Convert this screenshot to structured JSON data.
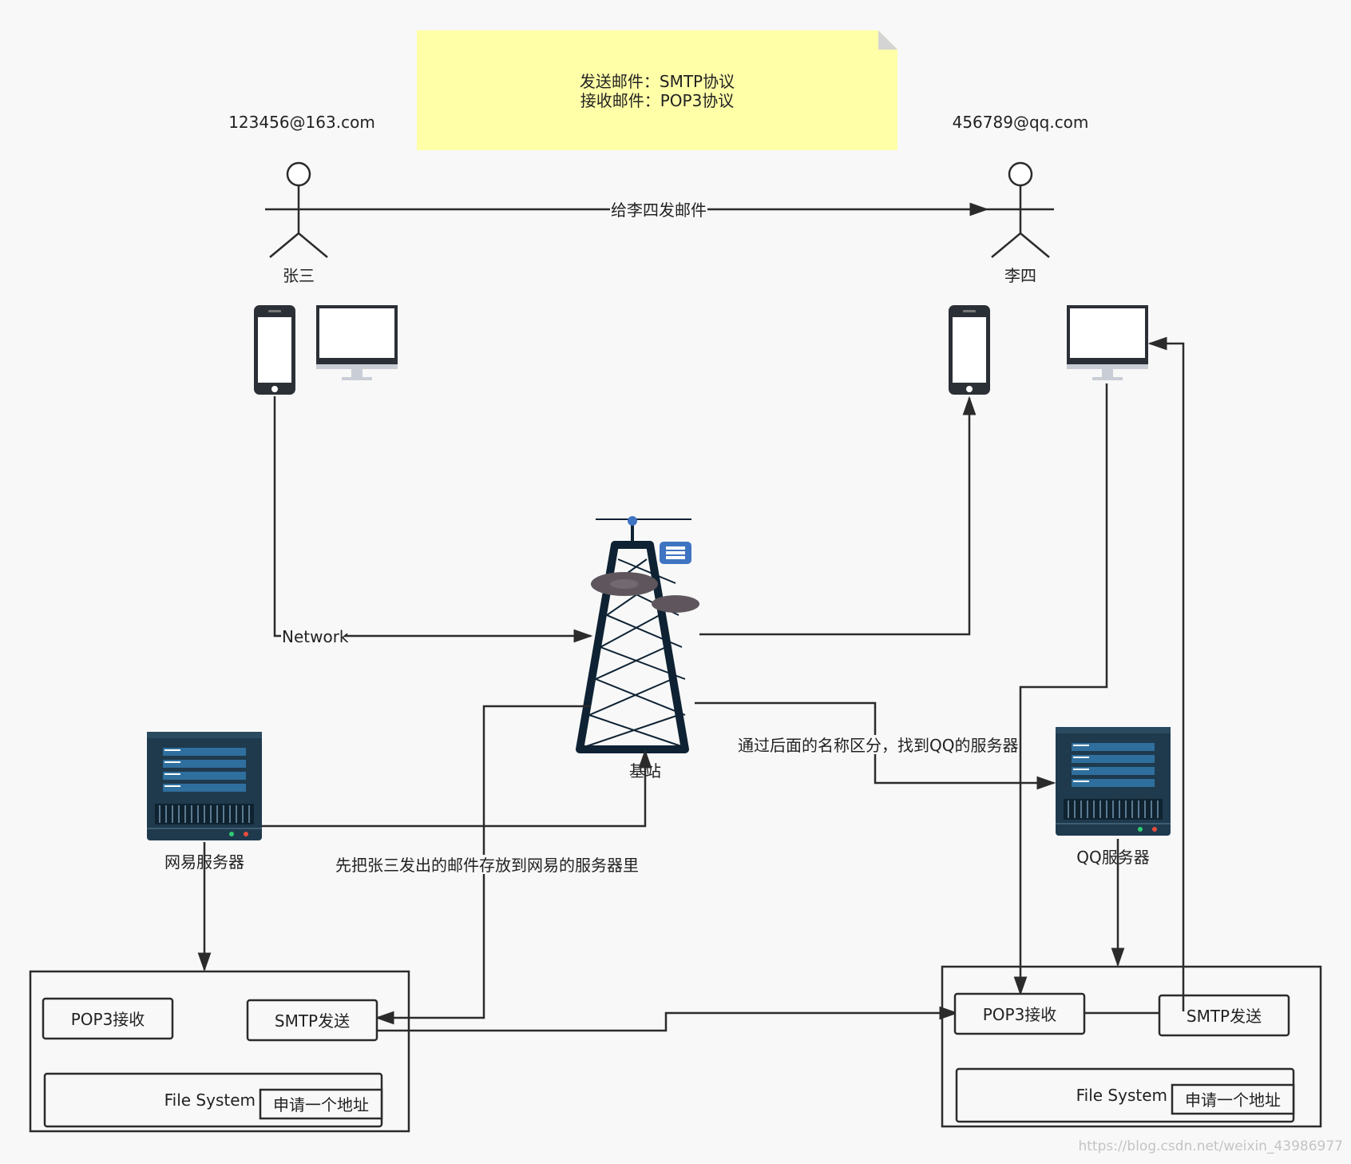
{
  "note": {
    "line1": "发送邮件：SMTP协议",
    "line2": "接收邮件：POP3协议"
  },
  "sender": {
    "email": "123456@163.com",
    "name": "张三"
  },
  "receiver": {
    "email": "456789@qq.com",
    "name": "李四"
  },
  "edges": {
    "send_mail": "给李四发邮件",
    "network": "Network",
    "store_netease": "先把张三发出的邮件存放到网易的服务器里",
    "route_qq": "通过后面的名称区分，找到QQ的服务器"
  },
  "tower": {
    "label": "基站"
  },
  "netease_server": {
    "label": "网易服务器",
    "pop3": "POP3接收",
    "smtp": "SMTP发送",
    "fs": "File System",
    "addr": "申请一个地址"
  },
  "qq_server": {
    "label": "QQ服务器",
    "pop3": "POP3接收",
    "smtp": "SMTP发送",
    "fs": "File System",
    "addr": "申请一个地址"
  },
  "watermark": "https://blog.csdn.net/weixin_43986977",
  "colors": {
    "note_bg": "#ffffa8",
    "server_dark": "#1f3a4d",
    "server_stripe": "#2f6f9e",
    "tower_dark": "#0e2233",
    "antenna": "#5e565c",
    "badge": "#3f74c2"
  }
}
